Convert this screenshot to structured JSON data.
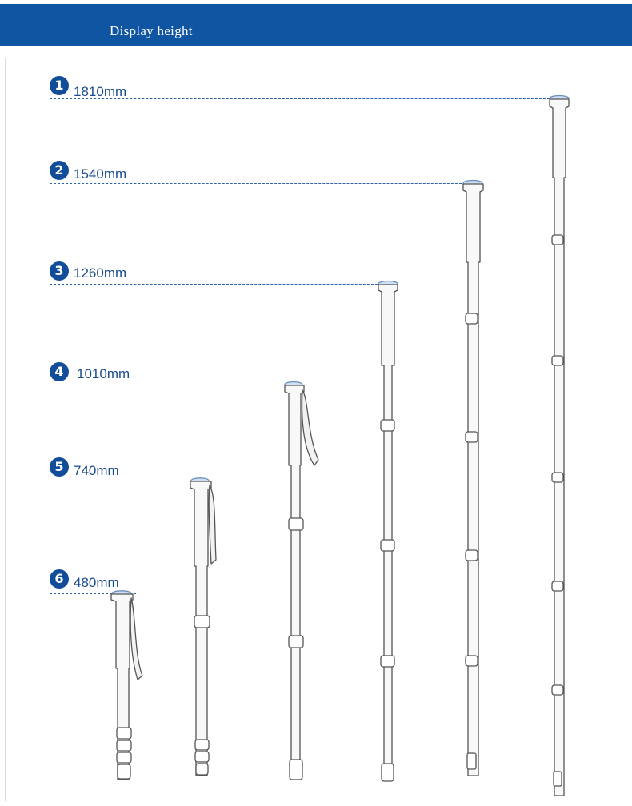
{
  "header": {
    "title": "Display height",
    "color": "#0f55a2"
  },
  "heights": [
    {
      "number": "1",
      "label": "1810mm"
    },
    {
      "number": "2",
      "label": "1540mm"
    },
    {
      "number": "3",
      "label": "1260mm"
    },
    {
      "number": "4",
      "label": "1010mm"
    },
    {
      "number": "5",
      "label": "740mm"
    },
    {
      "number": "6",
      "label": "480mm"
    }
  ],
  "colors": {
    "badge": "#114d98",
    "label": "#1a4d8c",
    "dashed_line": "#2d64a8",
    "pole_outline": "#555555"
  }
}
